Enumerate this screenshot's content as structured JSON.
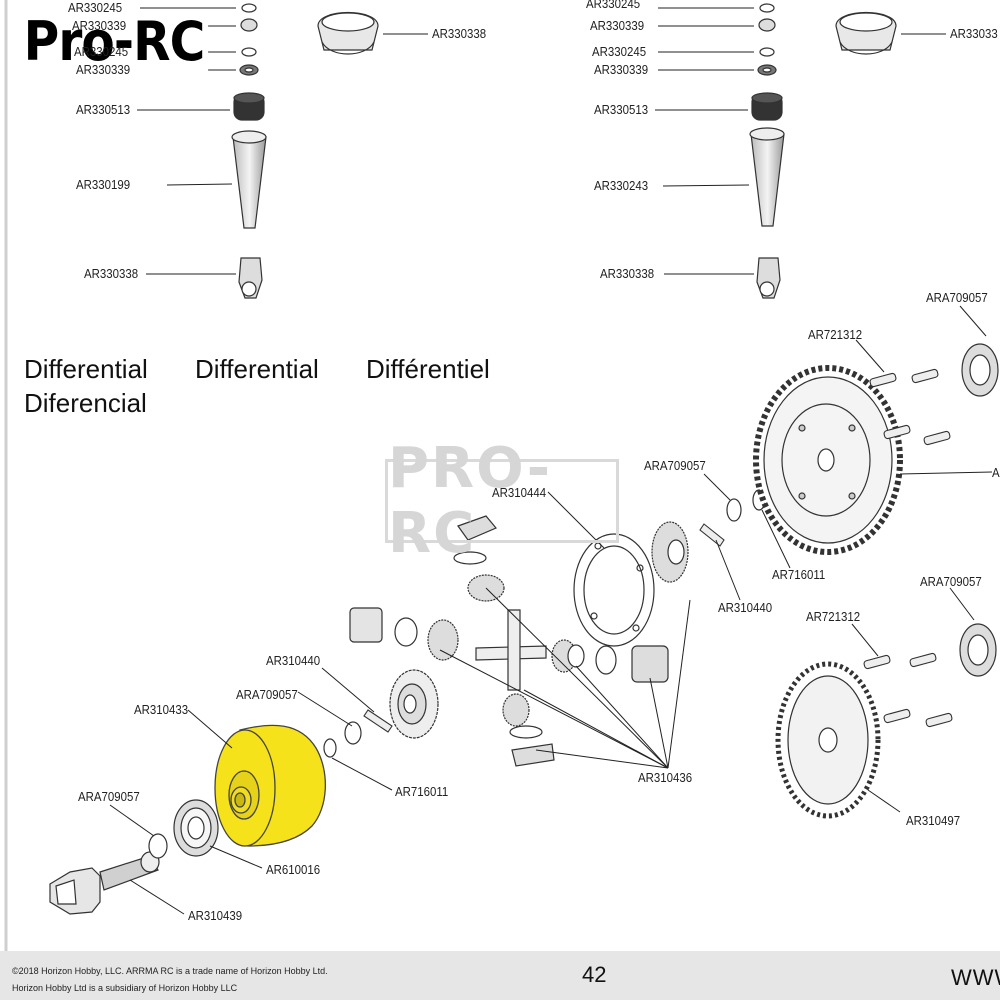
{
  "brand": "Pro-RC",
  "watermark": "PRO-RC",
  "heading": {
    "line1": [
      "Differential",
      "Differential",
      "Différentiel"
    ],
    "line2": "Diferencial"
  },
  "labels": {
    "left_shock": [
      "AR330245",
      "AR330339",
      "AR330245",
      "AR330339",
      "AR330513",
      "AR330199",
      "AR330338",
      "AR330338"
    ],
    "right_shock": [
      "AR330245",
      "AR330339",
      "AR330245",
      "AR330339",
      "AR330513",
      "AR330243",
      "AR330338",
      "AR33033"
    ],
    "differential": {
      "housing": "AR310433",
      "shim_left": "ARA709057",
      "bearing": "AR610016",
      "outdrive": "AR310439",
      "pin_left": "AR310440",
      "shim_mid": "ARA709057",
      "washer": "AR716011",
      "gasket": "AR310444",
      "gears": "AR310436",
      "shim_top": "ARA709057",
      "pin_top": "AR310440",
      "washer_top": "AR716011",
      "screw_top": "AR721312",
      "bearing_top": "ARA709057",
      "spur_top": "A",
      "bearing_mid": "ARA709057",
      "screw_mid": "AR721312",
      "ring_gear": "AR310497"
    }
  },
  "highlight_color": "#f5e21a",
  "footer": {
    "copyright": "©2018 Horizon Hobby, LLC. ARRMA RC is a trade name of Horizon Hobby Ltd.",
    "subsidiary": "Horizon Hobby Ltd is a subsidiary of Horizon Hobby LLC",
    "page": "42",
    "web": "WWW"
  }
}
